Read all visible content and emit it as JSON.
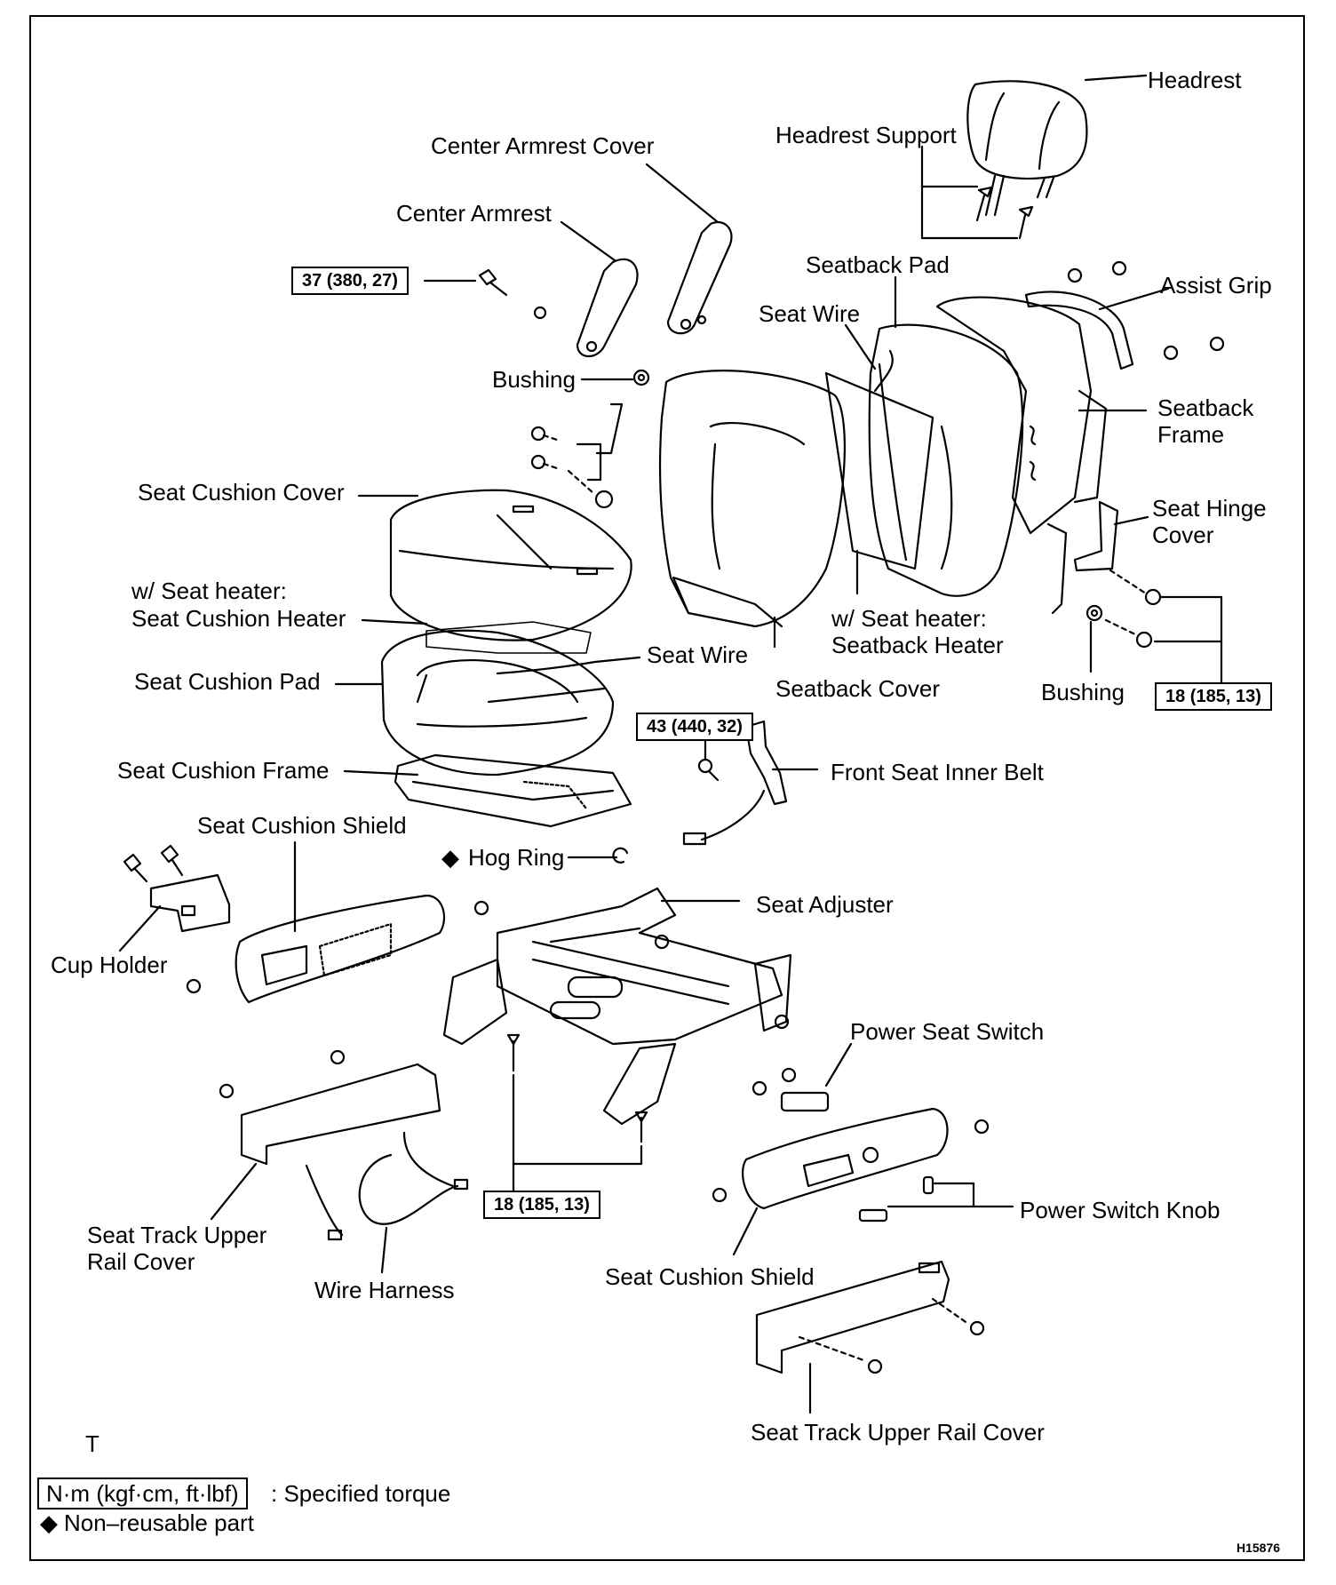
{
  "labels": {
    "headrest": "Headrest",
    "headrest_support": "Headrest Support",
    "center_armrest_cover": "Center Armrest Cover",
    "center_armrest": "Center Armrest",
    "seatback_pad": "Seatback Pad",
    "assist_grip": "Assist Grip",
    "seat_wire_top": "Seat Wire",
    "bushing_top": "Bushing",
    "seatback_frame_1": "Seatback",
    "seatback_frame_2": "Frame",
    "seat_cushion_cover": "Seat Cushion Cover",
    "seat_hinge_cover_1": "Seat Hinge",
    "seat_hinge_cover_2": "Cover",
    "seat_heater_1": "w/ Seat heater:",
    "seat_cushion_heater": "Seat Cushion Heater",
    "seat_heater_2": "w/ Seat heater:",
    "seatback_heater": "Seatback Heater",
    "seat_cushion_pad": "Seat Cushion Pad",
    "seat_wire_mid": "Seat Wire",
    "seatback_cover": "Seatback Cover",
    "bushing_right": "Bushing",
    "seat_cushion_frame": "Seat Cushion Frame",
    "front_seat_inner_belt": "Front Seat Inner Belt",
    "seat_cushion_shield_top": "Seat Cushion Shield",
    "hog_ring": "Hog Ring",
    "hog_ring_mark": "◆",
    "seat_adjuster": "Seat Adjuster",
    "cup_holder": "Cup Holder",
    "power_seat_switch": "Power Seat Switch",
    "power_switch_knob": "Power Switch Knob",
    "seat_track_upper_rail_cover_left_1": "Seat Track Upper",
    "seat_track_upper_rail_cover_left_2": "Rail Cover",
    "wire_harness": "Wire Harness",
    "seat_cushion_shield_bottom": "Seat Cushion Shield",
    "seat_track_upper_rail_cover_right": "Seat Track Upper Rail Cover"
  },
  "torques": {
    "t37": "37 (380, 27)",
    "t18_right": "18 (185, 13)",
    "t43": "43 (440, 32)",
    "t18_bottom": "18 (185, 13)"
  },
  "legend": {
    "marker_t": "T",
    "unit_box": "N·m (kgf·cm, ft·lbf)",
    "unit_text": ": Specified torque",
    "nonreusable_mark": "◆",
    "nonreusable_text": "Non–reusable part"
  },
  "figure_id": "H15876"
}
